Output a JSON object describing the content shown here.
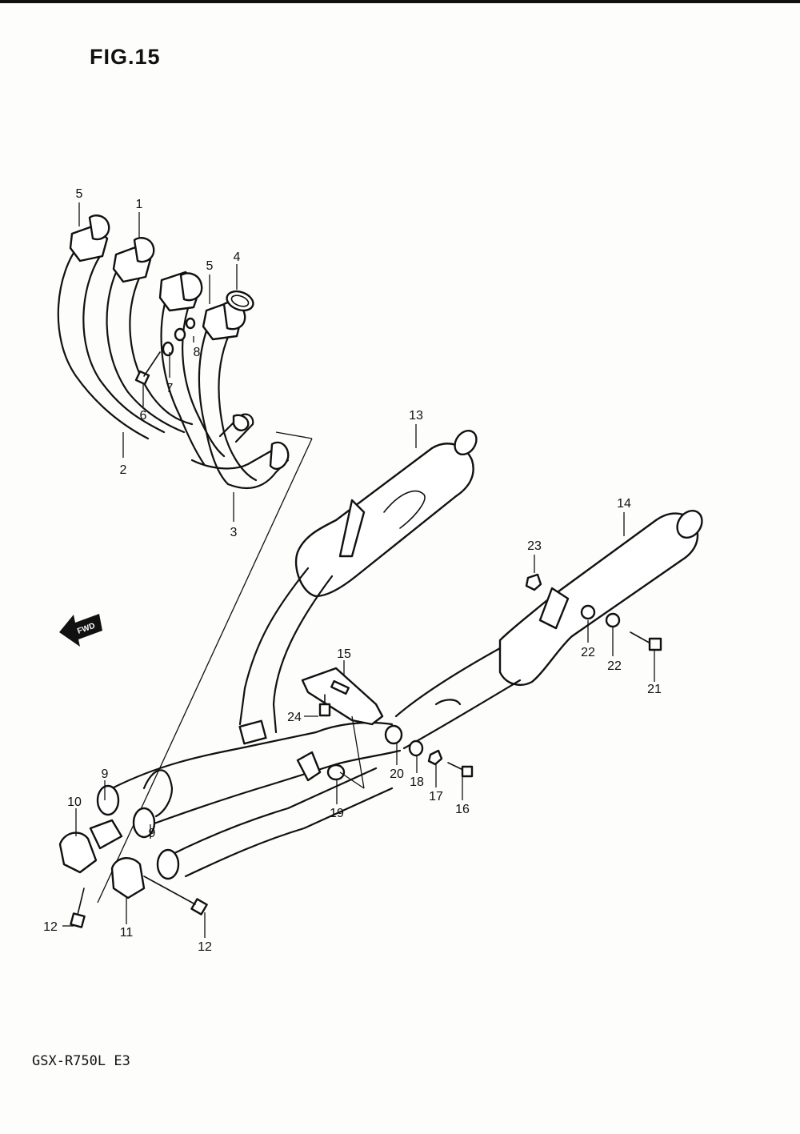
{
  "figure": {
    "title": "FIG.15",
    "model_code": "GSX-R750L  E3"
  },
  "fwd_arrow": {
    "label": "FWD"
  },
  "callouts": [
    "5",
    "1",
    "5",
    "4",
    "7",
    "8",
    "6",
    "2",
    "3",
    "13",
    "14",
    "23",
    "22",
    "22",
    "21",
    "15",
    "24",
    "20",
    "18",
    "17",
    "16",
    "19",
    "9",
    "10",
    "9",
    "11",
    "12",
    "12"
  ]
}
